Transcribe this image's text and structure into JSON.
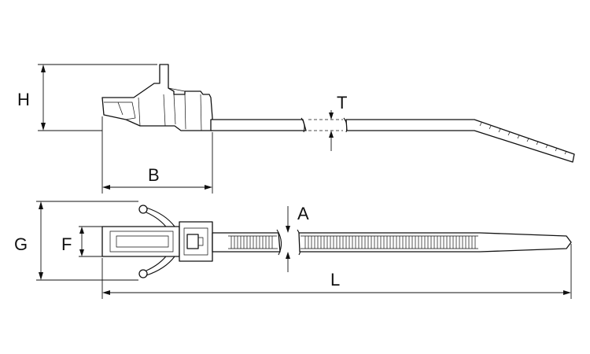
{
  "labels": {
    "H": "H",
    "B": "B",
    "T": "T",
    "G": "G",
    "F": "F",
    "A": "A",
    "L": "L"
  },
  "colors": {
    "ink": "#111111",
    "background": "#ffffff"
  }
}
